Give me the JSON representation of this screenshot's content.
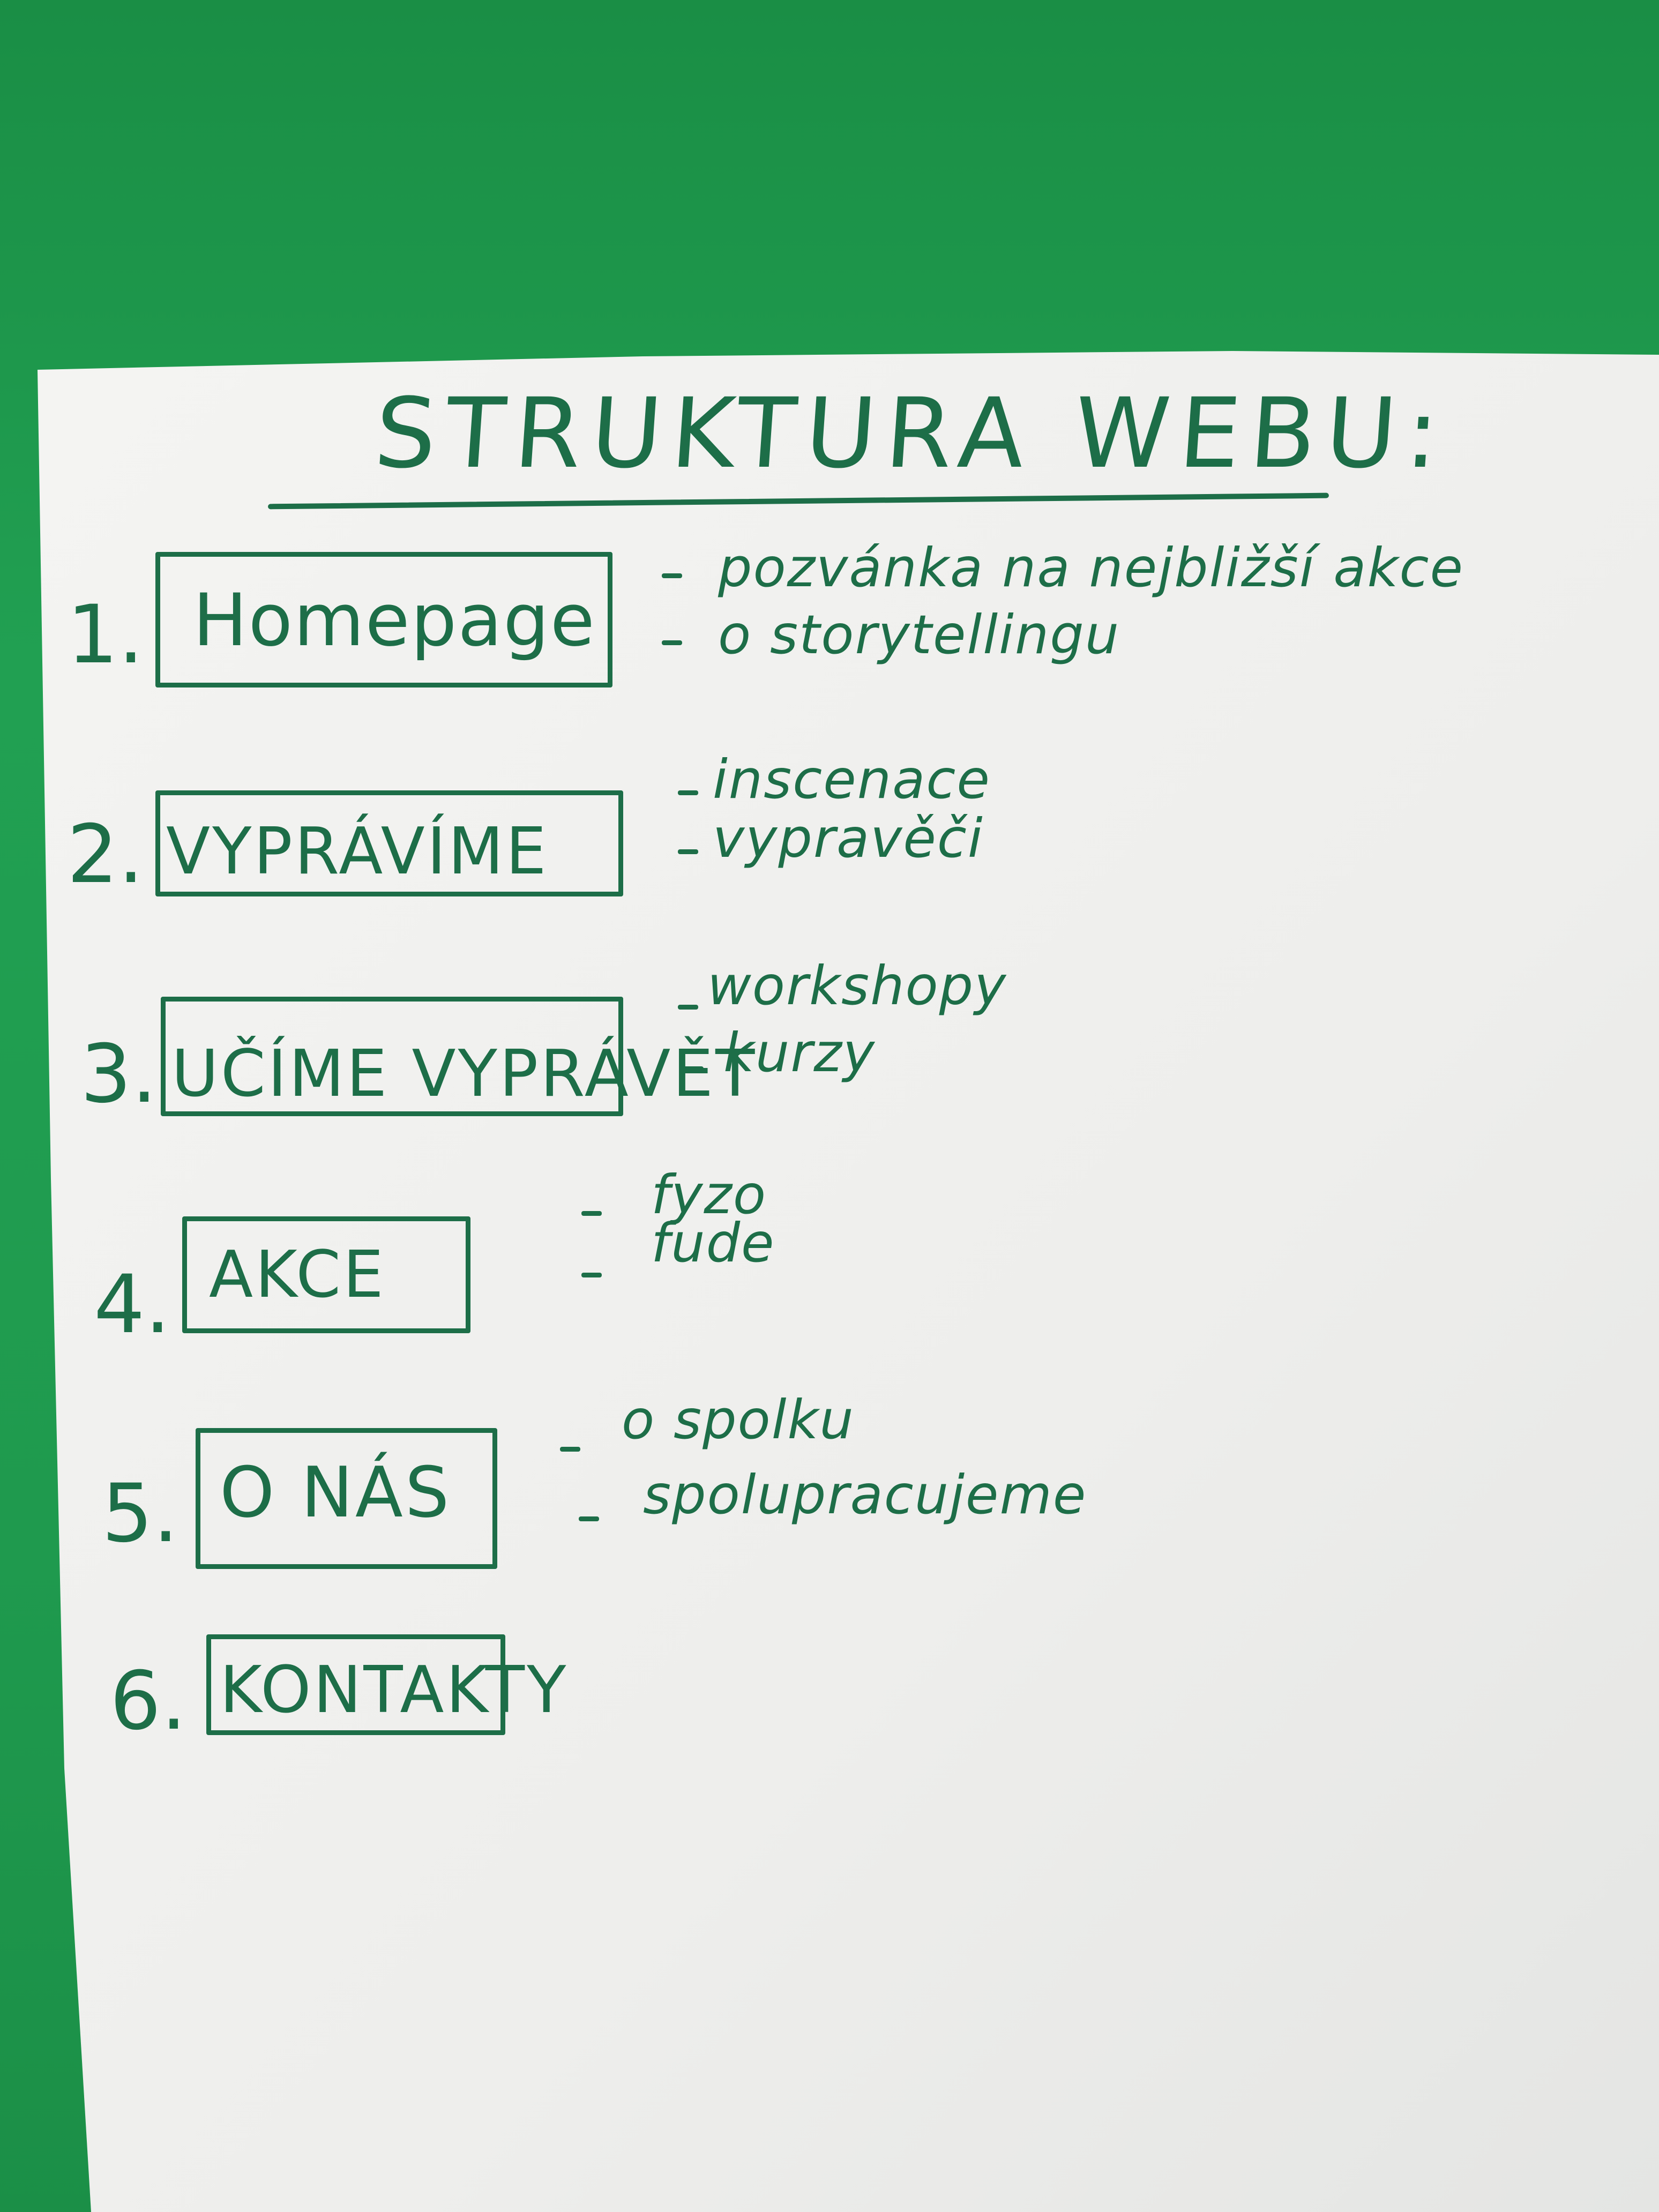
{
  "title": "STRUKTURA WEBU:",
  "sections": [
    {
      "number": "1.",
      "label": "Homepage",
      "items": [
        "pozvánka na nejbližší akce",
        "o storytellingu"
      ]
    },
    {
      "number": "2.",
      "label": "VYPRÁVÍME",
      "items": [
        "inscenace",
        "vypravěči"
      ]
    },
    {
      "number": "3.",
      "label": "UČÍME VYPRÁVĚT",
      "items": [
        "workshopy",
        "kurzy"
      ]
    },
    {
      "number": "4.",
      "label": "AKCE",
      "items": [
        "fyzo",
        "fude"
      ]
    },
    {
      "number": "5.",
      "label": "O NÁS",
      "items": [
        "o spolku",
        "spolupracujeme"
      ]
    },
    {
      "number": "6.",
      "label": "KONTAKTY",
      "items": []
    }
  ],
  "colors": {
    "wall": "#1f9a4e",
    "paper": "#f2f2f0",
    "marker": "#1d6e48"
  }
}
